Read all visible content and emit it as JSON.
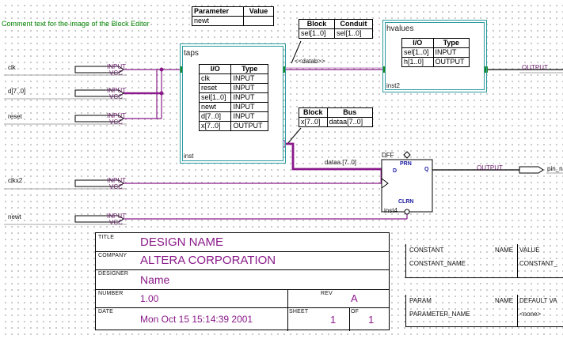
{
  "comment": "Comment text for the image of the Block Editor",
  "parameter_table": {
    "headers": [
      "Parameter",
      "Value"
    ],
    "rows": [
      [
        "newt",
        ""
      ]
    ]
  },
  "conduit_table": {
    "headers": [
      "Block",
      "Conduit"
    ],
    "rows": [
      [
        "sel[1..0]",
        "sel[1..0]"
      ]
    ]
  },
  "bus_table": {
    "headers": [
      "Block",
      "Bus"
    ],
    "rows": [
      [
        "x[7..0]",
        "dataa[7..0]"
      ]
    ]
  },
  "taps": {
    "name": "taps",
    "instance": "inst",
    "headers": [
      "I/O",
      "Type"
    ],
    "rows": [
      [
        "clk",
        "INPUT"
      ],
      [
        "reset",
        "INPUT"
      ],
      [
        "sel[1..0]",
        "INPUT"
      ],
      [
        "newt",
        "INPUT"
      ],
      [
        "d[7..0]",
        "INPUT"
      ],
      [
        "x[7..0]",
        "OUTPUT"
      ]
    ]
  },
  "hvalues": {
    "name": "hvalues",
    "instance": "inst2",
    "headers": [
      "I/O",
      "Type"
    ],
    "rows": [
      [
        "sel[1..0]",
        "INPUT"
      ],
      [
        "h[1..0]",
        "OUTPUT"
      ]
    ]
  },
  "datab_label": "<<datab>>",
  "dataa_label": "dataa [7..0]",
  "dff": {
    "type": "DFF",
    "instance": "inst4",
    "prn": "PRN",
    "clrn": "CLRN",
    "d": "D",
    "q": "Q"
  },
  "inputs": [
    {
      "name": "clk",
      "type": "INPUT",
      "sub": "VCC"
    },
    {
      "name": "d[7..0]",
      "type": "INPUT",
      "sub": "VCC"
    },
    {
      "name": "reset",
      "type": "INPUT",
      "sub": "VCC"
    },
    {
      "name": "clkx2",
      "type": "INPUT",
      "sub": "VCC"
    },
    {
      "name": "newt",
      "type": "INPUT",
      "sub": "VCC"
    }
  ],
  "outputs": [
    {
      "type": "OUTPUT",
      "name": ""
    },
    {
      "type": "OUTPUT",
      "name": "pin_n"
    }
  ],
  "title_block": {
    "title_label": "TITLE",
    "title": "DESIGN NAME",
    "company_label": "COMPANY",
    "company": "ALTERA CORPORATION",
    "designer_label": "DESIGNER",
    "designer": "Name",
    "number_label": "NUMBER",
    "number": "1.00",
    "rev_label": "REV",
    "rev": "A",
    "date_label": "DATE",
    "date": "Mon Oct 15 15:14:39 2001",
    "sheet_label": "SHEET",
    "sheet": "1",
    "of_label": "OF",
    "of": "1"
  },
  "constant_box": {
    "h1": "CONSTANT",
    "h2": "NAME",
    "h3": "VALUE",
    "v1": "CONSTANT_NAME",
    "v3": "CONSTANT_"
  },
  "param_box": {
    "h1": "PARAM",
    "h2": "NAME",
    "h3": "DEFAULT VA",
    "v1": "PARAMETER_NAME",
    "v3": "<none>"
  },
  "colors": {
    "wire": "#8a1a8a",
    "block_border": "#2a9aa0",
    "port": "#1a8a1a",
    "comment": "#0a8a0a"
  }
}
